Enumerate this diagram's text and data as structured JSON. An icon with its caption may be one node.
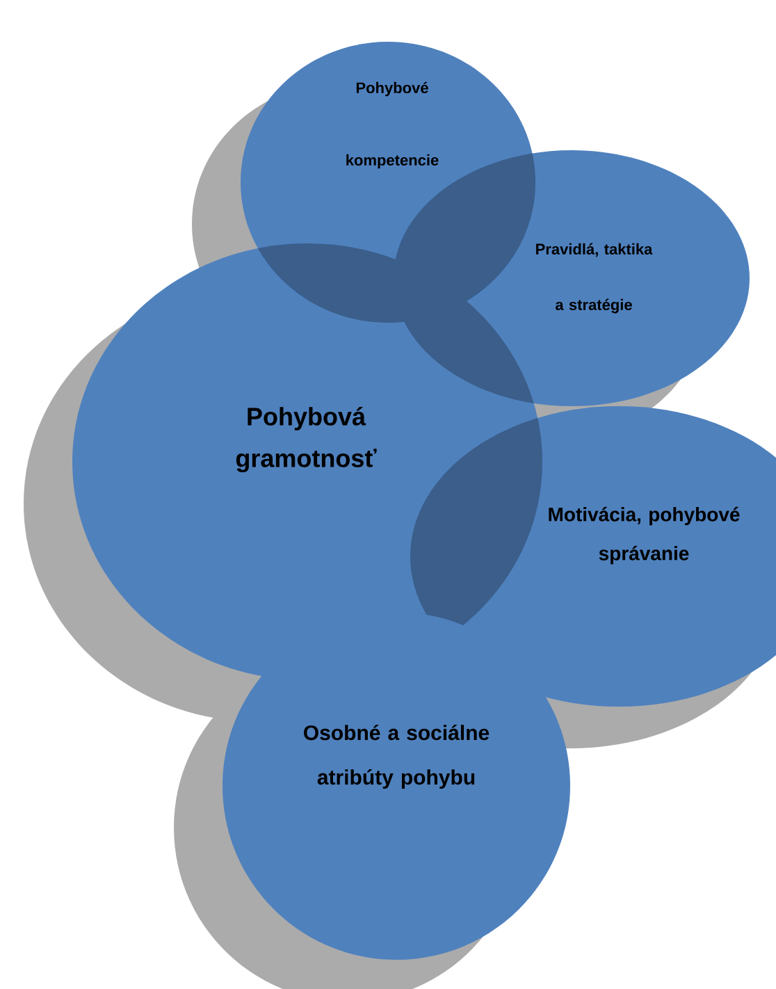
{
  "diagram": {
    "nodes": [
      {
        "text": [
          "Pohybová gramotnosť"
        ]
      },
      {
        "text": [
          "Pohybové kompetencie"
        ]
      },
      {
        "text": [
          "Pravidlá, taktika a stratégie"
        ]
      },
      {
        "text": [
          "Motivácia, pohybové správanie"
        ]
      },
      {
        "text": [
          "Osobné a sociálne atribúty pohybu"
        ]
      }
    ]
  }
}
